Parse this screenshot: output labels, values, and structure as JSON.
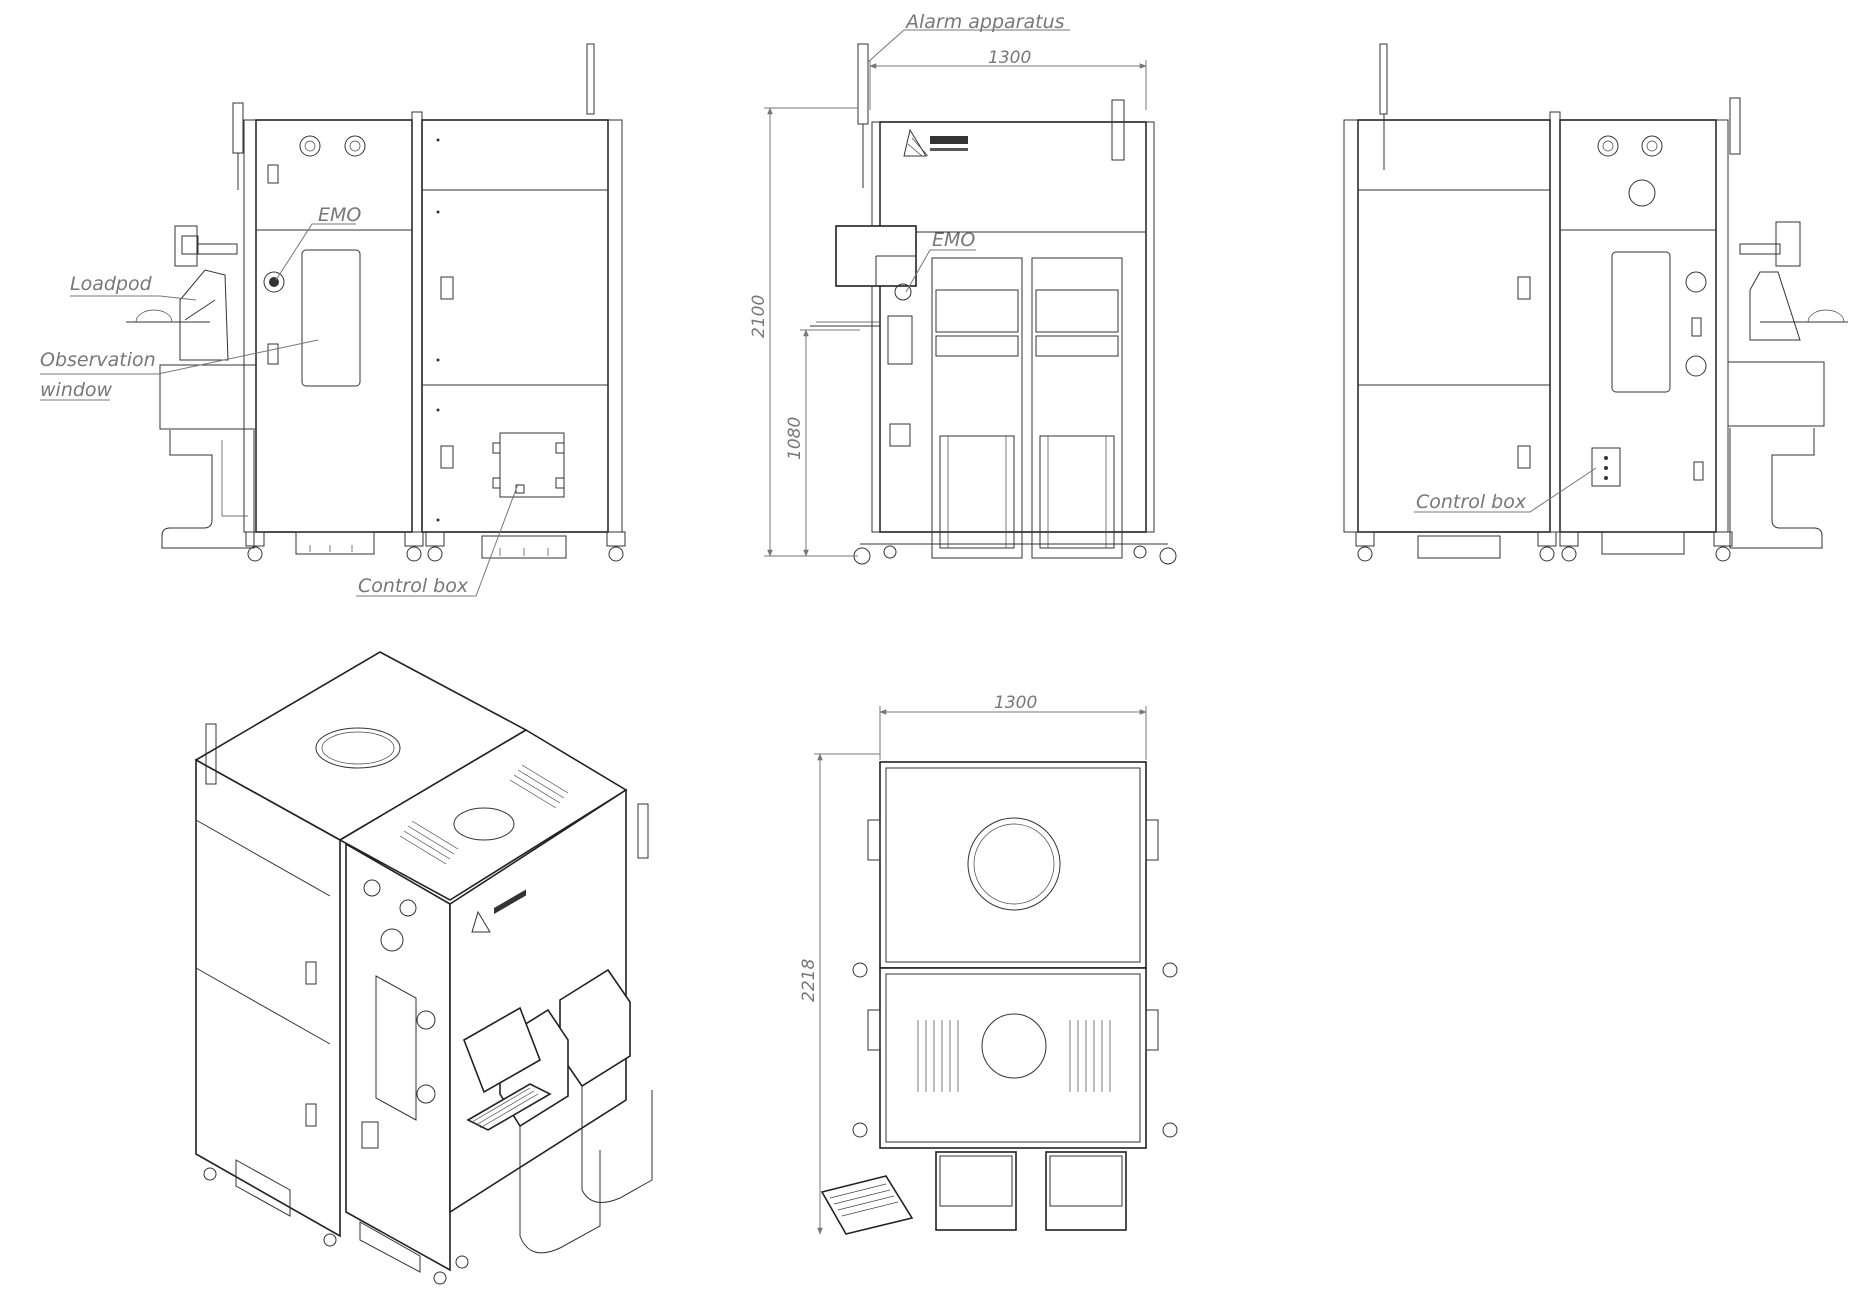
{
  "callouts": {
    "alarm_apparatus": "Alarm apparatus",
    "emo_left": "EMO",
    "emo_front": "EMO",
    "loadpod": "Loadpod",
    "observation_line1": "Observation",
    "observation_line2": "window",
    "control_box_left": "Control box",
    "control_box_right": "Control box"
  },
  "dimensions": {
    "front_width": "1300",
    "front_height": "2100",
    "loadport_height": "1080",
    "top_width": "1300",
    "top_depth": "2218"
  }
}
